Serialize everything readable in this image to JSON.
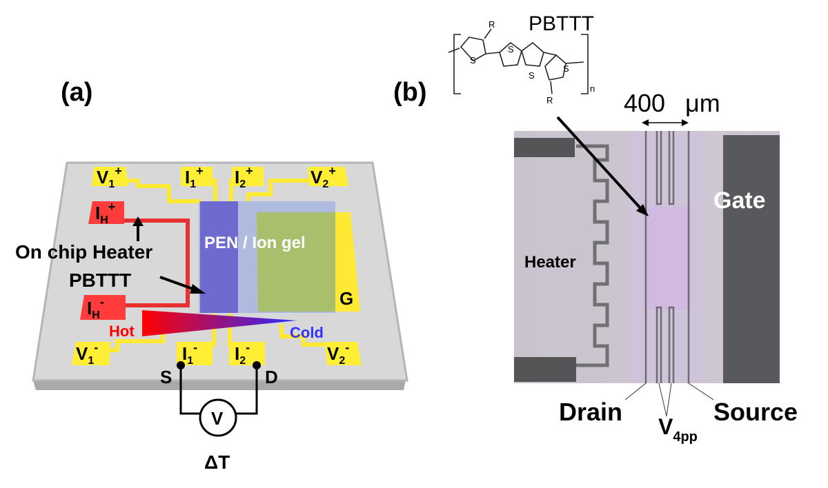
{
  "panel_a": {
    "label": "(a)",
    "pads": {
      "v1_plus": {
        "main": "V",
        "sub": "1",
        "sup": "+"
      },
      "i1_plus": {
        "main": "I",
        "sub": "1",
        "sup": "+"
      },
      "i2_plus": {
        "main": "I",
        "sub": "2",
        "sup": "+"
      },
      "v2_plus": {
        "main": "V",
        "sub": "2",
        "sup": "+"
      },
      "ih_plus": {
        "main": "I",
        "sub": "H",
        "sup": "+"
      },
      "ih_minus": {
        "main": "I",
        "sub": "H",
        "sup": "-"
      },
      "v1_minus": {
        "main": "V",
        "sub": "1",
        "sup": "-"
      },
      "i1_minus": {
        "main": "I",
        "sub": "1",
        "sup": "-"
      },
      "i2_minus": {
        "main": "I",
        "sub": "2",
        "sup": "-"
      },
      "v2_minus": {
        "main": "V",
        "sub": "2",
        "sup": "-"
      },
      "gate": "G"
    },
    "labels": {
      "pen_ion_gel": "PEN / Ion gel",
      "on_chip_heater": "On chip Heater",
      "pbttt": "PBTTT",
      "hot": "Hot",
      "cold": "Cold",
      "source": "S",
      "drain": "D",
      "voltmeter": "V",
      "delta_t": "ΔT"
    },
    "colors": {
      "substrate": "#d9d9d9",
      "pad": "#ffee33",
      "heater": "#ff3333",
      "channel": "#6a5acd",
      "ion_gel": "#9fb3e6",
      "hot": "#ff0000",
      "cold": "#3333ff"
    }
  },
  "panel_b": {
    "label": "(b)",
    "molecule": {
      "name": "PBTTT",
      "sulfur": "S",
      "side_chain": "R",
      "repeat": "n"
    },
    "scale": {
      "value": "400",
      "unit": "μm"
    },
    "labels": {
      "gate": "Gate",
      "heater": "Heater",
      "drain": "Drain",
      "source": "Source",
      "v4pp_main": "V",
      "v4pp_sub": "4pp"
    }
  }
}
